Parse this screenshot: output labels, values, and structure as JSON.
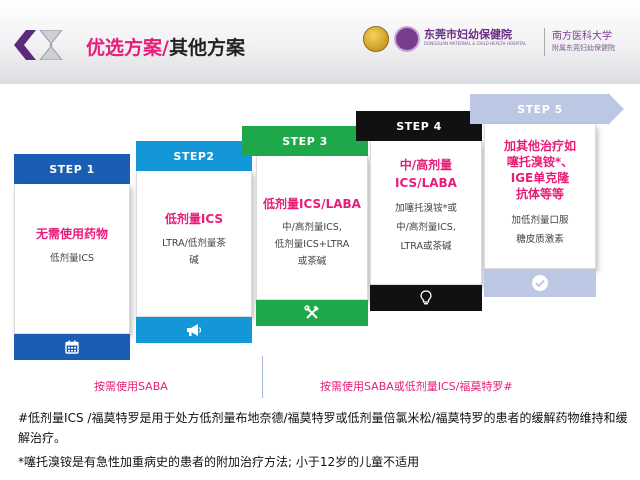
{
  "header": {
    "title_accent": "优选方案/",
    "title_rest": "其他方案",
    "hospital_name": "东莞市妇幼保健院",
    "hospital_sub": "DONGGUAN MATERNAL & CHILD HEALTH HOSPITAL",
    "university_name": "南方医科大学",
    "university_sub": "附属东莞妇幼保健院"
  },
  "steps": [
    {
      "label": "STEP 1",
      "color": "#1a5db4",
      "headline": "无需使用药物",
      "details": [
        "低剂量ICS"
      ],
      "icon": "calendar-icon"
    },
    {
      "label": "STEP2",
      "color": "#1497d9",
      "headline": "低剂量ICS",
      "details": [
        "LTRA/低剂量茶",
        "碱"
      ],
      "icon": "megaphone-icon"
    },
    {
      "label": "STEP 3",
      "color": "#1fa84a",
      "headline": "低剂量ICS/LABA",
      "details": [
        "中/高剂量ICS,",
        "低剂量ICS+LTRA",
        "或茶碱"
      ],
      "icon": "tools-icon"
    },
    {
      "label": "STEP 4",
      "color": "#111111",
      "headline": "中/高剂量\nICS/LABA",
      "details": [
        "加噻托溴铵*或",
        "中/高剂量ICS,",
        "LTRA或茶碱"
      ],
      "icon": "lightbulb-icon"
    },
    {
      "label": "STEP 5",
      "color": "#bcc7e4",
      "headline": "加其他治疗如\n噻托溴铵*、\nIGE单克隆\n抗体等等",
      "details": [
        "加低剂量口服",
        "糖皮质激素"
      ],
      "icon": "check-circle-icon"
    }
  ],
  "bottom": {
    "left_label": "按需使用SABA",
    "right_label": "按需使用SABA或低剂量ICS/福莫特罗#"
  },
  "footnotes": {
    "note1": "#低剂量ICS /福莫特罗是用于处方低剂量布地奈德/福莫特罗或低剂量倍氯米松/福莫特罗的患者的缓解药物维持和缓解治疗。",
    "note2": "*噻托溴铵是有急性加重病史的患者的附加治疗方法; 小于12岁的儿童不适用"
  },
  "colors": {
    "accent": "#e81d79",
    "step1": "#1a5db4",
    "step2": "#1497d9",
    "step3": "#1fa84a",
    "step4": "#111111",
    "step5": "#bcc7e4"
  }
}
